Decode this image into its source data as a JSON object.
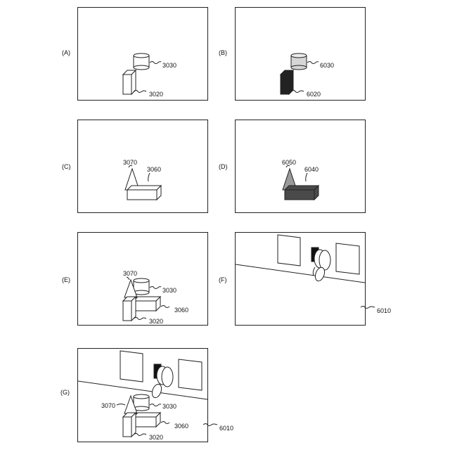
{
  "panels": {
    "A": {
      "label": "(A)",
      "cylinder_ref": "3030",
      "box_ref": "3020"
    },
    "B": {
      "label": "(B)",
      "cylinder_ref": "6030",
      "box_ref": "6020"
    },
    "C": {
      "label": "(C)",
      "cone_ref": "3070",
      "box_ref": "3060"
    },
    "D": {
      "label": "(D)",
      "cone_ref": "6050",
      "box_ref": "6040"
    },
    "E": {
      "label": "(E)",
      "cone_ref": "3070",
      "cylinder_ref": "3030",
      "box_ref": "3060",
      "tall_box_ref": "3020"
    },
    "F": {
      "label": "(F)",
      "scene_ref": "6010"
    },
    "G": {
      "label": "(G)",
      "cone_ref": "3070",
      "cylinder_ref": "3030",
      "box_ref": "3060",
      "tall_box_ref": "3020",
      "scene_ref": "6010"
    }
  },
  "colors": {
    "line": "#222222",
    "dark_box": "#222222",
    "gray_box": "#4a4a4a",
    "light_fill": "#d6d6d6",
    "cone_gray": "#9a9a9a"
  }
}
